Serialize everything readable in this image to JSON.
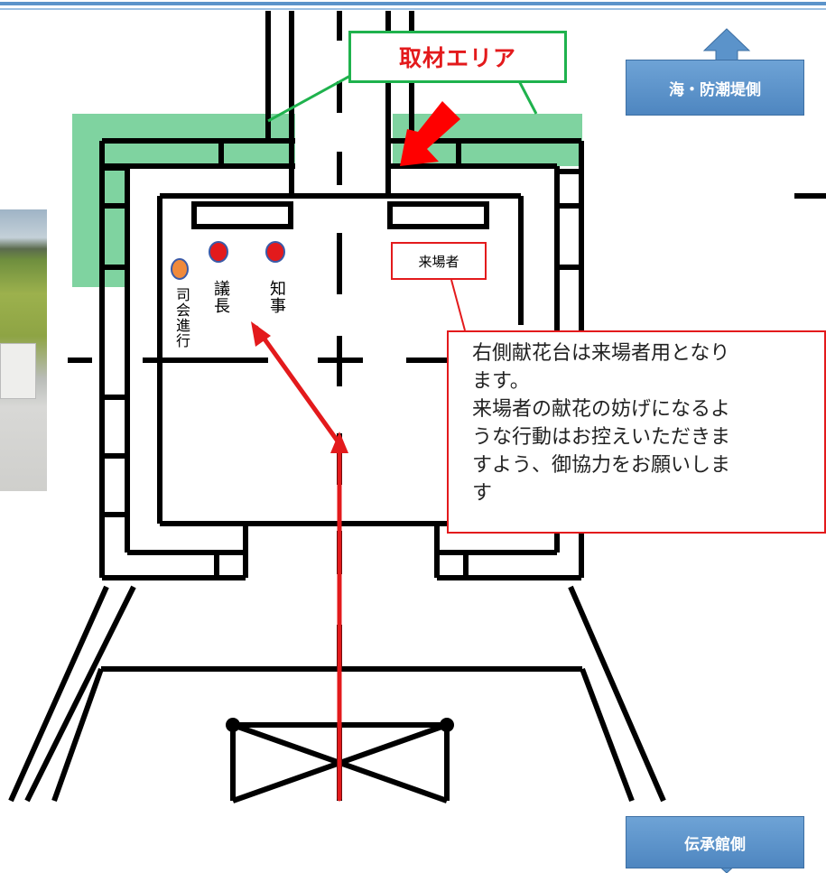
{
  "press_area": {
    "label": "取材エリア"
  },
  "direction_signs": {
    "sea_side": "海・防潮堤側",
    "museum_side": "伝承館側"
  },
  "positions": {
    "mc": "司会進行",
    "chairman": "議長",
    "governor": "知事"
  },
  "visitor_label": "来場者",
  "note": "右側献花台は来場者用となり\nます。\n来場者の献花の妨げになるよ\nうな行動はお控えいただきま\nすよう、御協力をお願いしま\nす",
  "colors": {
    "press_area_fill": "#7fd3a0",
    "press_area_border": "#1fb24d",
    "accent_red": "#e31a1c",
    "mc_marker": "#f08a3c",
    "official_marker": "#e31a1c",
    "marker_border": "#3a5aa8",
    "sign_blue": "#5b93ca",
    "top_border_blue": "#5b93ca"
  },
  "icons": {
    "sea_direction": "arrow-up-icon",
    "museum_direction": "arrow-down-icon",
    "press_pointer": "red-arrow-icon",
    "route": "red-arrow-icon"
  }
}
